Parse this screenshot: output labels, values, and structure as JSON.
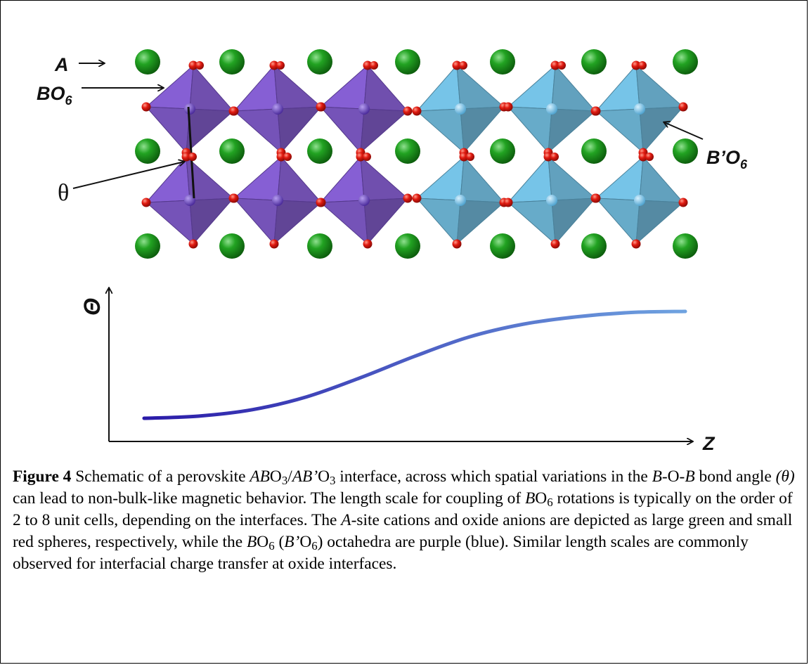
{
  "figure": {
    "labels": {
      "a_site": "A",
      "bo6_prefix": "BO",
      "bo6_sub": "6",
      "bprime_prefix": "B’O",
      "bprime_sub": "6",
      "theta_struct": "θ",
      "y_axis": "Θ",
      "x_axis": "Z"
    },
    "colors": {
      "a_site_sphere": "#1f9a1f",
      "oxygen_sphere": "#e01010",
      "bo6_octahedron": "#7a52c8",
      "bprime_octahedron": "#6ab8dc",
      "curve_start": "#2a1aa8",
      "curve_end": "#6fa3e0"
    },
    "curve": {
      "description_shape": "sigmoid",
      "x": [
        0,
        0.1,
        0.2,
        0.3,
        0.4,
        0.5,
        0.6,
        0.7,
        0.8,
        0.9,
        1.0
      ],
      "theta": [
        0.0,
        0.02,
        0.08,
        0.2,
        0.38,
        0.58,
        0.76,
        0.88,
        0.95,
        0.99,
        1.0
      ]
    }
  },
  "caption": {
    "figure_label": "Figure 4",
    "text_1": " Schematic of a perovskite ",
    "ab": "AB",
    "o3_a": "O",
    "o3_a_sub": "3",
    "slash": "/",
    "abprime": "AB’",
    "o3_b": "O",
    "o3_b_sub": "3",
    "text_2": " interface, across which spatial variations in the ",
    "bob": "B",
    "dash_o_dash": "-O-",
    "bob2": "B",
    "text_3": " bond angle ",
    "theta_paren": "(θ)",
    "text_4": " can lead to non-bulk-like magnetic behavior. The length scale for coupling of ",
    "bo6_b": "B",
    "bo6_o": "O",
    "bo6_sub": "6",
    "text_5": " rotations is typically on the order of 2 to 8 unit cells, depending on the interfaces.  The ",
    "a_site": "A",
    "text_6": "-site cations and oxide anions are depicted as large green and small red spheres, respectively, while the ",
    "bo6_b2": "B",
    "bo6_o2": "O",
    "bo6_sub2": "6",
    "paren_open": " (",
    "bp_b": "B’",
    "bp_o": "O",
    "bp_sub": "6",
    "text_7": ") octahedra are purple (blue).  Similar length scales are commonly observed for interfacial charge transfer at oxide interfaces."
  }
}
